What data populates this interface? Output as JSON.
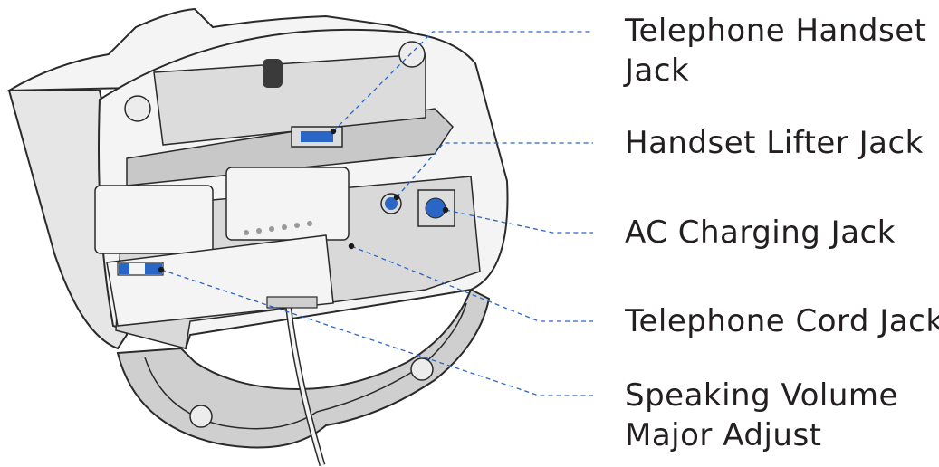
{
  "callouts": [
    {
      "id": "telephone-handset-jack",
      "lines": [
        "Telephone Handset",
        "Jack"
      ]
    },
    {
      "id": "handset-lifter-jack",
      "lines": [
        "Handset Lifter Jack"
      ]
    },
    {
      "id": "ac-charging-jack",
      "lines": [
        "AC Charging Jack"
      ]
    },
    {
      "id": "telephone-cord-jack",
      "lines": [
        "Telephone Cord Jack"
      ]
    },
    {
      "id": "speaking-volume-major-adjust",
      "lines": [
        "Speaking Volume",
        "Major Adjust"
      ]
    }
  ],
  "colors": {
    "outline": "#2a2a2a",
    "body_fill": "#f4f4f4",
    "inner_fill": "#d9d9d9",
    "recess_fill": "#c8c8c8",
    "jack_blue": "#2a66c6",
    "leader_blue": "#2a66c6"
  }
}
